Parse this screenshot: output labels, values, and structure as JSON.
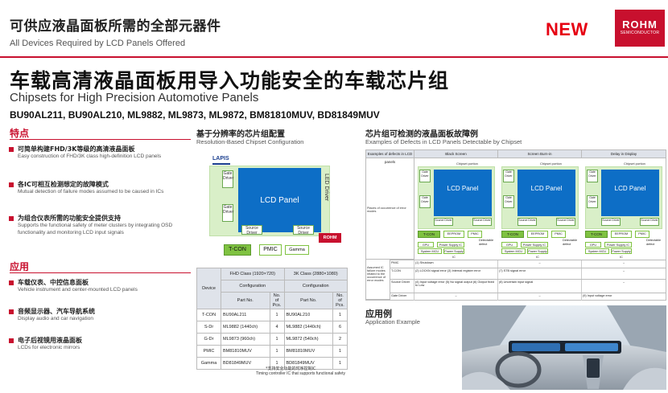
{
  "header": {
    "title_zh": "可供应液晶面板所需的全部元器件",
    "title_en": "All Devices Required by LCD Panels Offered",
    "new_badge": "NEW",
    "logo_main": "ROHM",
    "logo_sub": "SEMICONDUCTOR"
  },
  "main": {
    "title_zh": "车载高清液晶面板用导入功能安全的车载芯片组",
    "title_en": "Chipsets for High Precision Automotive Panels",
    "part_numbers": "BU90AL211, BU90AL210, ML9882, ML9873, ML9872, BM81810MUV, BD81849MUV"
  },
  "features": {
    "heading": "特点",
    "items": [
      {
        "zh": "可简单构建FHD/3K等级的高清液晶面板",
        "en": "Easy construction of FHD/3K class high-definition LCD panels"
      },
      {
        "zh": "各IC可相互检测想定的故障模式",
        "en": "Mutual detection of failure modes assumed to be caused in ICs"
      },
      {
        "zh": "为组合仪表所需的功能安全提供支持",
        "en": "Supports the functional safety of meter clusters by integrating OSD functionality and monitoring LCD input signals"
      }
    ]
  },
  "applications": {
    "heading": "应用",
    "items": [
      {
        "zh": "车载仪表、中控信息面板",
        "en": "Vehicle instrument and center-mounted LCD panels"
      },
      {
        "zh": "音频显示器、汽车导航系统",
        "en": "Display audio and car navigation"
      },
      {
        "zh": "电子后视镜用液晶面板",
        "en": "LCDs for electronic mirrors"
      }
    ]
  },
  "resolution": {
    "title_zh": "基于分辨率的芯片组配置",
    "title_en": "Resolution-Based Chipset Configuration",
    "lapis": "LAPIS",
    "panel": "LCD Panel",
    "gate_driver": "Gate Driver",
    "source_driver": "Source Driver",
    "led_driver": "LED Driver",
    "tcon": "T-CON",
    "pmic": "PMIC",
    "gamma": "Gamma",
    "rohm": "ROHM"
  },
  "config_table": {
    "h_device": "Device",
    "h_fhd": "FHD Class (1920×720)",
    "h_3k": "3K Class (2880×1080)",
    "h_config": "Configuration",
    "h_part": "Part No.",
    "h_pcs": "No. of Pcs.",
    "rows": [
      {
        "device": "T-CON",
        "fhd_part": "BU90AL211",
        "fhd_pcs": "1",
        "k3_part": "BU90AL210",
        "k3_pcs": "1"
      },
      {
        "device": "S-Dr",
        "fhd_part": "ML9882 (1440ch)",
        "fhd_pcs": "4",
        "k3_part": "ML9882 (1440ch)",
        "k3_pcs": "6"
      },
      {
        "device": "G-Dr",
        "fhd_part": "ML9873 (960ch)",
        "fhd_pcs": "1",
        "k3_part": "ML9872 (540ch)",
        "k3_pcs": "2"
      },
      {
        "device": "PMIC",
        "fhd_part": "BM81810MUV",
        "fhd_pcs": "1",
        "k3_part": "BM81810MUV",
        "k3_pcs": "1"
      },
      {
        "device": "Gamma",
        "fhd_part": "BD81849MUV",
        "fhd_pcs": "1",
        "k3_part": "BD81849MUV",
        "k3_pcs": "1"
      }
    ],
    "note_zh": "*支持安全功能的时序控制IC",
    "note_en": "Timing controller IC that supports functional safety"
  },
  "defects": {
    "title_zh": "芯片组可检测的液晶面板故障例",
    "title_en": "Examples of Defects in LCD Panels Detectable by Chipset",
    "col0": "Examples of defects in LCD panels",
    "col1": "Black Screen",
    "col2": "Screen Burn-in",
    "col3": "Delay in Display",
    "row_label": "Places of occurrence of error modes",
    "chipset_portion": "Chipset portion",
    "panel": "LCD Panel",
    "detectable": "Detectable defect",
    "tcon": "T-CON",
    "eeprom": "EEPROM",
    "pmic": "PMIC",
    "gpu": "GPU",
    "psic": "Power Supply IC",
    "smcu": "System MCU",
    "source_driver": "Source Driver",
    "assumed_label": "Assumed IC failure modes related to the occurrence of error modes",
    "rows": [
      {
        "ic": "PMIC",
        "c1": "(1) Shutdown",
        "c2": "–",
        "c3": "–"
      },
      {
        "ic": "T-CON",
        "c1": "(2) LOCKN signal error (3) Internal register error",
        "c2": "(7) STB signal error",
        "c3": "–"
      },
      {
        "ic": "Source Driver",
        "c1": "(4) Input voltage error (5) No signal output (6) Output fixed to Low",
        "c2": "(8) Uncertain input signal",
        "c3": "–"
      },
      {
        "ic": "Gate Driver",
        "c1": "–",
        "c2": "–",
        "c3": "(9) Input voltage error"
      }
    ]
  },
  "application_example": {
    "title_zh": "应用例",
    "title_en": "Application Example"
  }
}
